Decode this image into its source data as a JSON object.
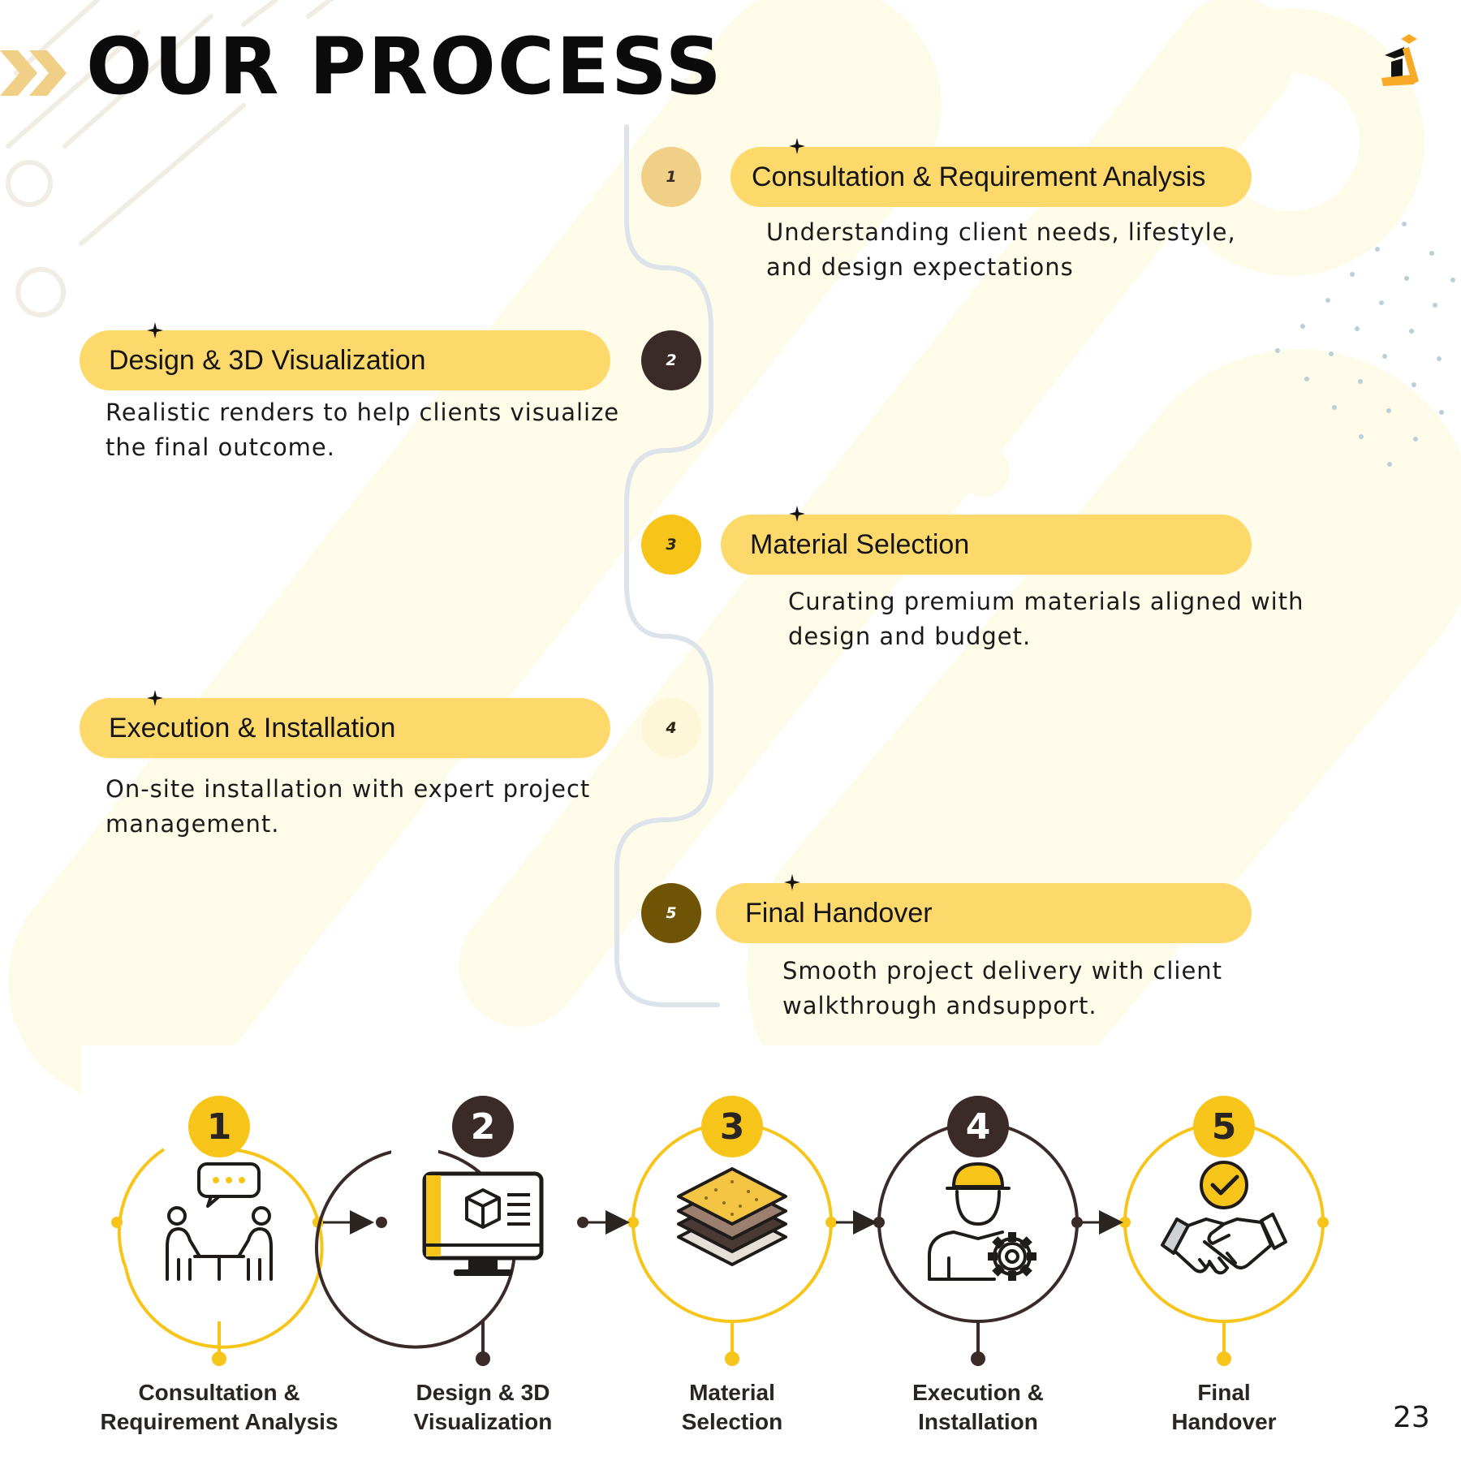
{
  "title": "OUR PROCESS",
  "page_number": "23",
  "colors": {
    "accent": "#fdd96b",
    "accent_deep": "#f7c519",
    "dark": "#3a2a28",
    "olive": "#6e5404",
    "pale": "#f0cf86",
    "pale_light": "#fdf6d8",
    "line": "#dce3ea",
    "background_shape": "#fffbe9"
  },
  "icons": [
    "chevron-right-icon",
    "brand-logo-icon",
    "sparkle-icon",
    "consultation-icon",
    "monitor-3d-icon",
    "material-layers-icon",
    "worker-gear-icon",
    "handshake-check-icon",
    "arrow-right-icon"
  ],
  "steps": [
    {
      "number": "1",
      "title": "Consultation & Requirement Analysis",
      "desc_line1": "Understanding client needs, lifestyle,",
      "desc_line2": "and design expectations"
    },
    {
      "number": "2",
      "title": "Design & 3D Visualization",
      "desc_line1": "Realistic renders to help clients visualize",
      "desc_line2": "the final outcome."
    },
    {
      "number": "3",
      "title": "Material Selection",
      "desc_line1": "Curating premium materials aligned with",
      "desc_line2": "design and budget."
    },
    {
      "number": "4",
      "title": "Execution & Installation",
      "desc_line1": "On-site installation with expert project",
      "desc_line2": "management."
    },
    {
      "number": "5",
      "title": "Final Handover",
      "desc_line1": "Smooth project delivery with client",
      "desc_line2": "walkthrough andsupport."
    }
  ],
  "infographic": [
    {
      "number": "1",
      "label_line1": "Consultation &",
      "label_line2": "Requirement Analysis"
    },
    {
      "number": "2",
      "label_line1": "Design & 3D",
      "label_line2": "Visualization"
    },
    {
      "number": "3",
      "label_line1": "Material",
      "label_line2": "Selection"
    },
    {
      "number": "4",
      "label_line1": "Execution &",
      "label_line2": "Installation"
    },
    {
      "number": "5",
      "label_line1": "Final",
      "label_line2": "Handover"
    }
  ]
}
